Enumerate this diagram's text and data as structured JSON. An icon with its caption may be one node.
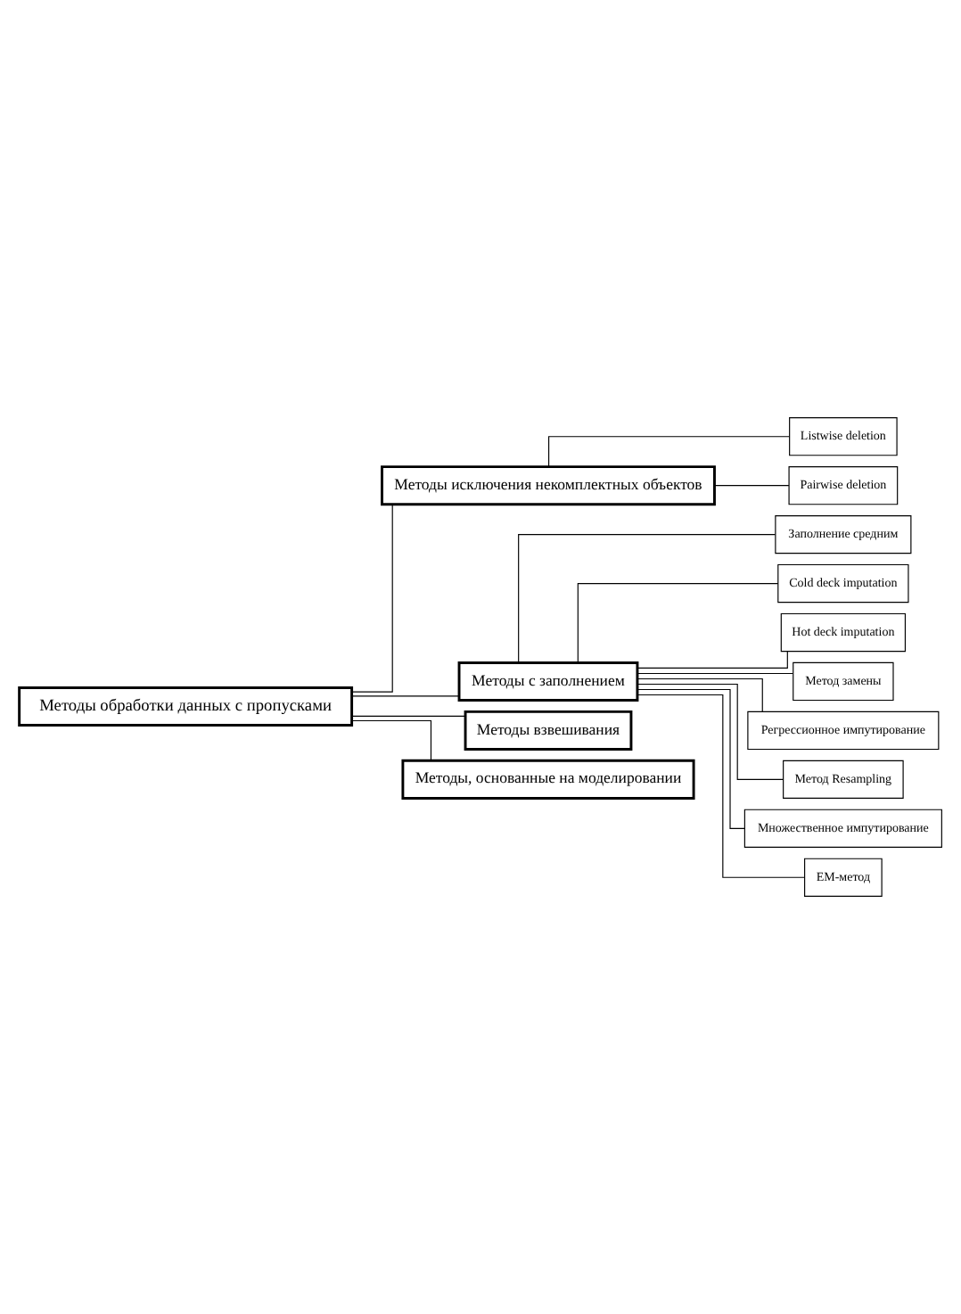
{
  "diagram": {
    "nodes": [
      {
        "text": [
          "Методы обработки данных с пропусками"
        ]
      },
      {
        "text": [
          "Методы исключения некомплектных объектов"
        ]
      },
      {
        "text": [
          "Listwise deletion"
        ]
      },
      {
        "text": [
          "Pairwise deletion"
        ]
      },
      {
        "text": [
          "Методы с заполнением"
        ]
      },
      {
        "text": [
          "Заполнение средним"
        ]
      },
      {
        "text": [
          "Cold deck imputation"
        ]
      },
      {
        "text": [
          "Hot deck imputation"
        ]
      },
      {
        "text": [
          "Метод замены"
        ]
      },
      {
        "text": [
          "Регрессионное импутирование"
        ]
      },
      {
        "text": [
          "Метод Resampling"
        ]
      },
      {
        "text": [
          "Множественное импутирование"
        ]
      },
      {
        "text": [
          "EM-метод"
        ]
      },
      {
        "text": [
          "Методы взвешивания"
        ]
      },
      {
        "text": [
          "Методы, основанные на моделировании"
        ]
      }
    ],
    "edges": [
      {
        "from": 0,
        "to": 1,
        "arrow": "none"
      },
      {
        "from": 1,
        "to": 2,
        "arrow": "none"
      },
      {
        "from": 1,
        "to": 3,
        "arrow": "none"
      },
      {
        "from": 0,
        "to": 4,
        "arrow": "none"
      },
      {
        "from": 4,
        "to": 5,
        "arrow": "none"
      },
      {
        "from": 4,
        "to": 6,
        "arrow": "none"
      },
      {
        "from": 4,
        "to": 7,
        "arrow": "none"
      },
      {
        "from": 4,
        "to": 8,
        "arrow": "none"
      },
      {
        "from": 4,
        "to": 9,
        "arrow": "none"
      },
      {
        "from": 4,
        "to": 10,
        "arrow": "none"
      },
      {
        "from": 4,
        "to": 11,
        "arrow": "none"
      },
      {
        "from": 4,
        "to": 12,
        "arrow": "none"
      },
      {
        "from": 0,
        "to": 13,
        "arrow": "none"
      },
      {
        "from": 0,
        "to": 14,
        "arrow": "none"
      }
    ]
  }
}
